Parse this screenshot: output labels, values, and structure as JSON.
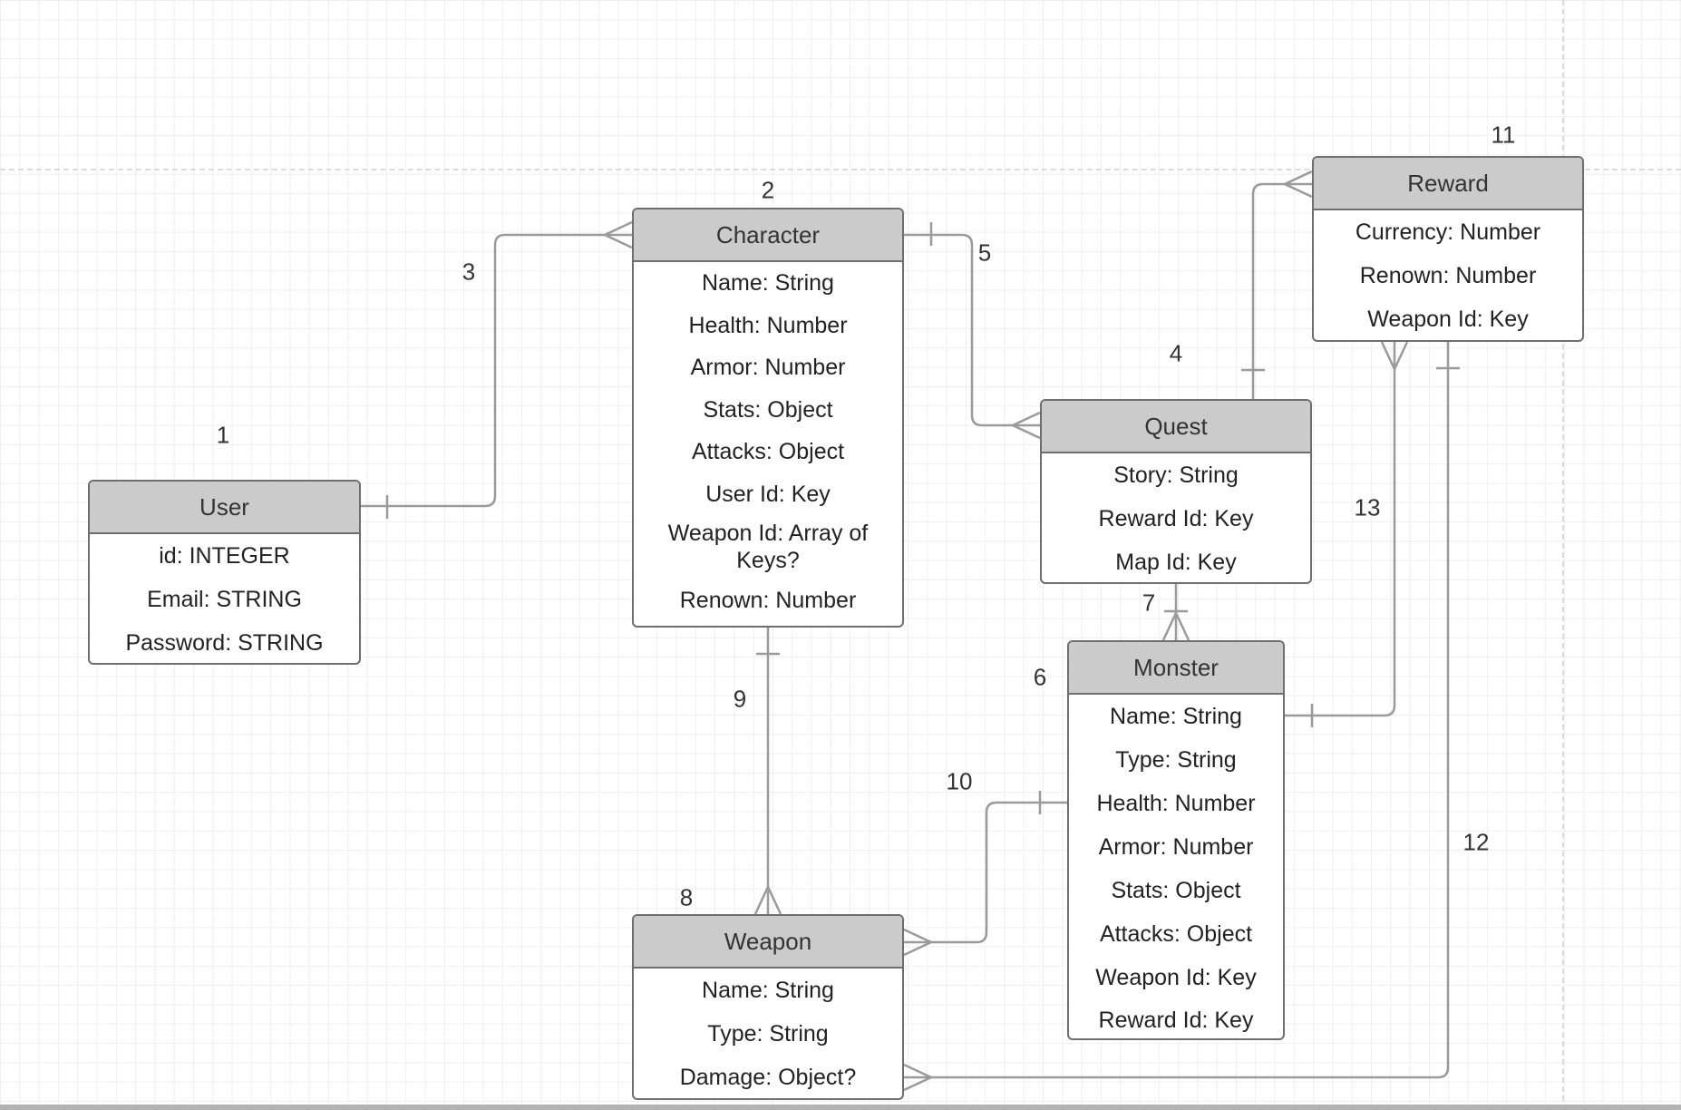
{
  "entities": {
    "user": {
      "title": "User",
      "fields": [
        "id: INTEGER",
        "Email: STRING",
        "Password: STRING"
      ]
    },
    "character": {
      "title": "Character",
      "fields": [
        "Name: String",
        "Health: Number",
        "Armor: Number",
        "Stats: Object",
        "Attacks: Object",
        "User Id: Key",
        "Weapon Id: Array of Keys?",
        "Renown: Number"
      ]
    },
    "quest": {
      "title": "Quest",
      "fields": [
        "Story: String",
        "Reward Id: Key",
        "Map Id: Key"
      ]
    },
    "reward": {
      "title": "Reward",
      "fields": [
        "Currency: Number",
        "Renown: Number",
        "Weapon Id: Key"
      ]
    },
    "monster": {
      "title": "Monster",
      "fields": [
        "Name: String",
        "Type: String",
        "Health: Number",
        "Armor: Number",
        "Stats: Object",
        "Attacks: Object",
        "Weapon Id: Key",
        "Reward Id: Key"
      ]
    },
    "weapon": {
      "title": "Weapon",
      "fields": [
        "Name: String",
        "Type: String",
        "Damage: Object?"
      ]
    }
  },
  "labels": [
    "1",
    "2",
    "3",
    "4",
    "5",
    "6",
    "7",
    "8",
    "9",
    "10",
    "11",
    "12",
    "13"
  ],
  "colors": {
    "header": "#cbcbcb",
    "border": "#6e6e6e",
    "connector": "#9a9a9a",
    "grid": "#efefef"
  }
}
